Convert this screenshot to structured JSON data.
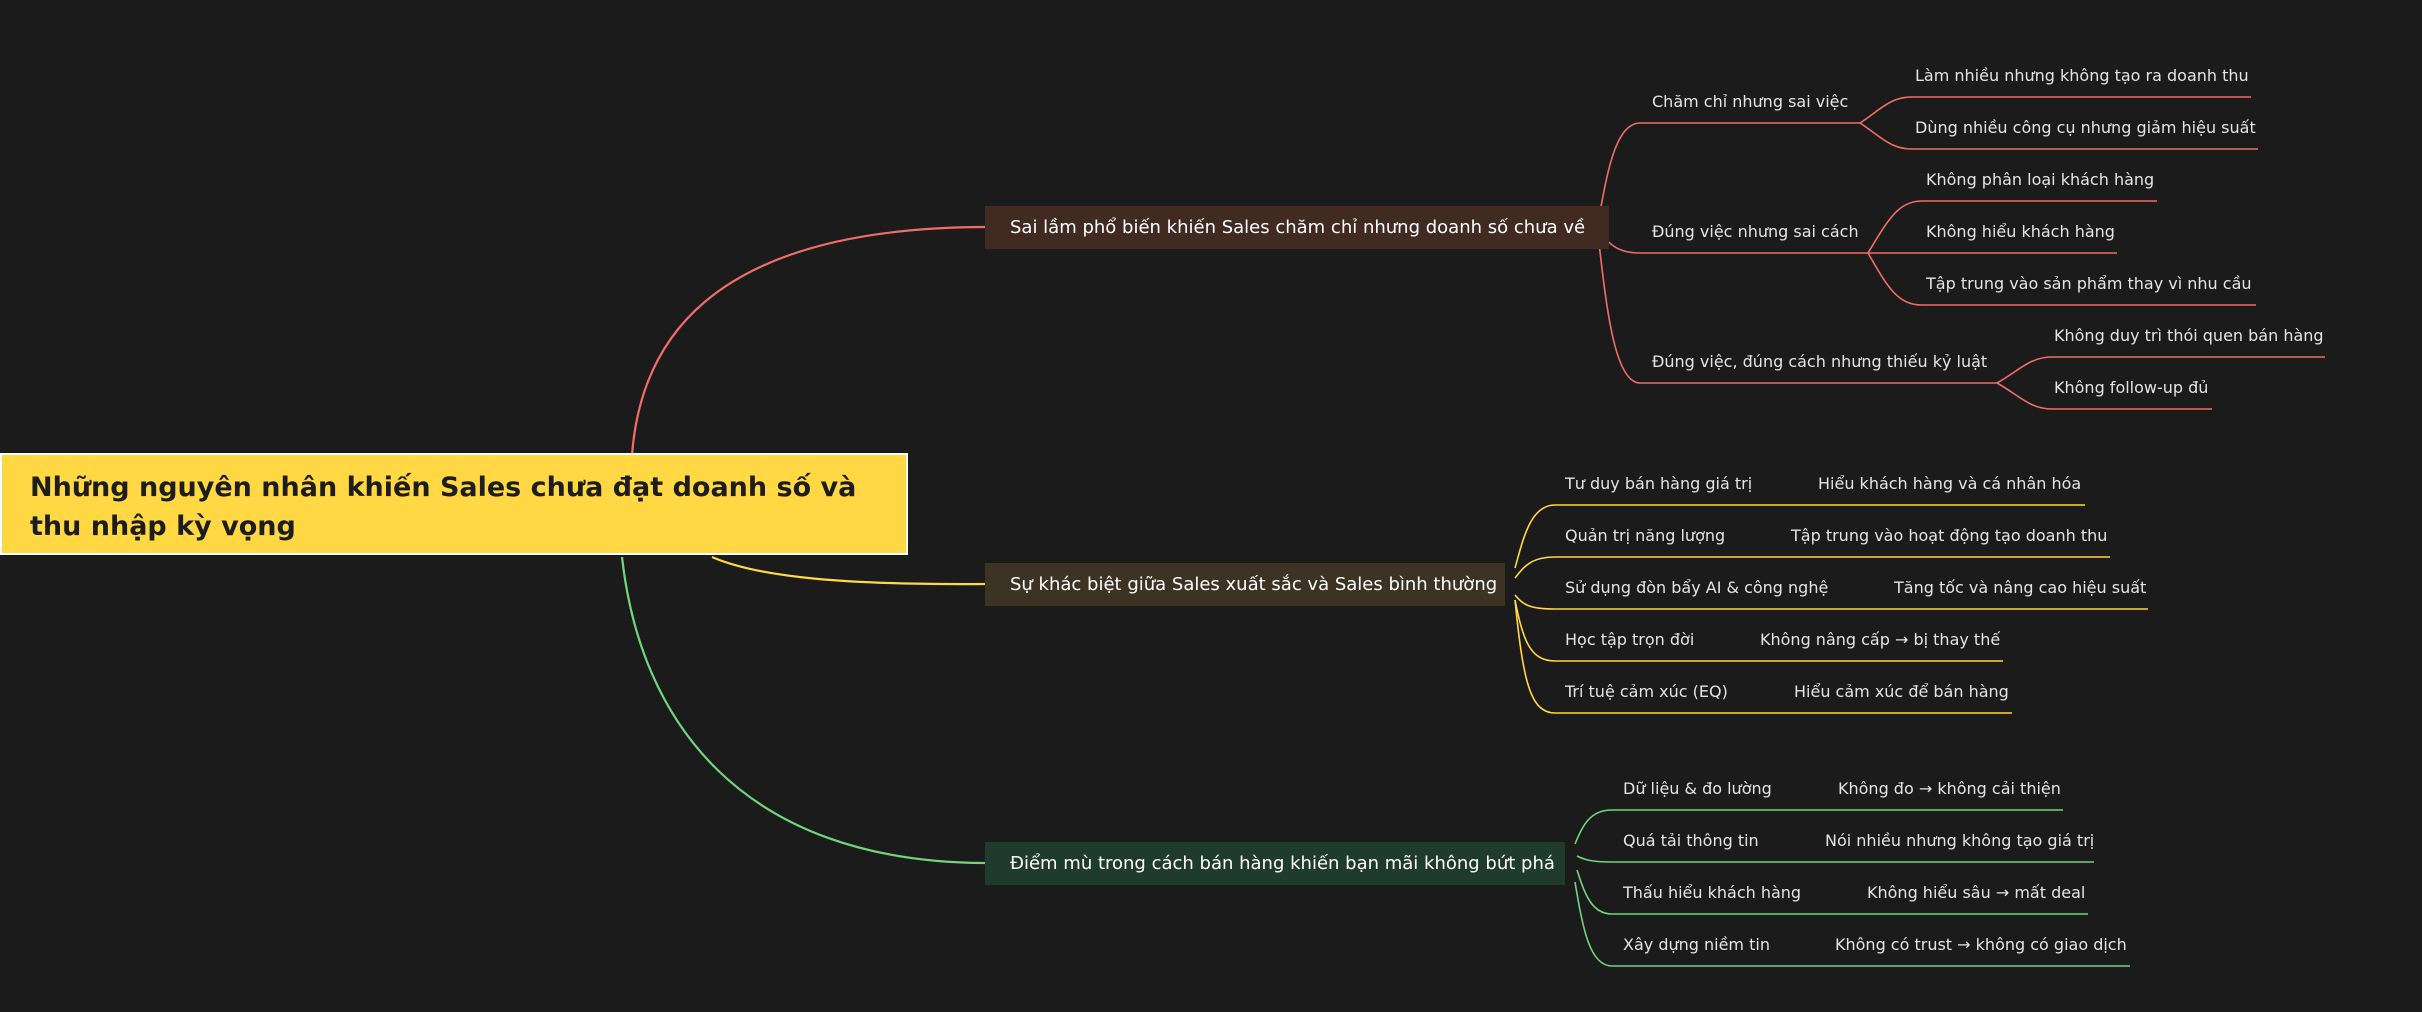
{
  "root": {
    "line1": "Những nguyên nhân khiến Sales chưa đạt doanh số và",
    "line2": "thu nhập kỳ vọng"
  },
  "colors": {
    "background": "#1b1b1b",
    "root_fill": "#ffd843",
    "red": "#f16d68",
    "yellow": "#ffd843",
    "green": "#6fd67c"
  },
  "branches": [
    {
      "label": "Sai lầm phổ biến khiến Sales chăm chỉ nhưng doanh số chưa về",
      "children": [
        {
          "label": "Chăm chỉ nhưng sai việc",
          "children": [
            "Làm nhiều nhưng không tạo ra doanh thu",
            "Dùng nhiều công cụ nhưng giảm hiệu suất"
          ]
        },
        {
          "label": "Đúng việc nhưng sai cách",
          "children": [
            "Không phân loại khách hàng",
            "Không hiểu khách hàng",
            "Tập trung vào sản phẩm thay vì nhu cầu"
          ]
        },
        {
          "label": "Đúng việc, đúng cách nhưng thiếu kỷ luật",
          "children": [
            "Không duy trì thói quen bán hàng",
            "Không follow-up đủ"
          ]
        }
      ]
    },
    {
      "label": "Sự khác biệt giữa Sales xuất sắc và Sales bình thường",
      "children": [
        {
          "label": "Tư duy bán hàng giá trị",
          "children": [
            "Hiểu khách hàng và cá nhân hóa"
          ]
        },
        {
          "label": "Quản trị năng lượng",
          "children": [
            "Tập trung vào hoạt động tạo doanh thu"
          ]
        },
        {
          "label": "Sử dụng đòn bẩy AI & công nghệ",
          "children": [
            "Tăng tốc và nâng cao hiệu suất"
          ]
        },
        {
          "label": "Học tập trọn đời",
          "children": [
            "Không nâng cấp → bị thay thế"
          ]
        },
        {
          "label": "Trí tuệ cảm xúc (EQ)",
          "children": [
            "Hiểu cảm xúc để bán hàng"
          ]
        }
      ]
    },
    {
      "label": "Điểm mù trong cách bán hàng khiến bạn mãi không bứt phá",
      "children": [
        {
          "label": "Dữ liệu & đo lường",
          "children": [
            "Không đo → không cải thiện"
          ]
        },
        {
          "label": "Quá tải thông tin",
          "children": [
            "Nói nhiều nhưng không tạo giá trị"
          ]
        },
        {
          "label": "Thấu hiểu khách hàng",
          "children": [
            "Không hiểu sâu → mất deal"
          ]
        },
        {
          "label": "Xây dựng niềm tin",
          "children": [
            "Không có trust → không có giao dịch"
          ]
        }
      ]
    }
  ]
}
